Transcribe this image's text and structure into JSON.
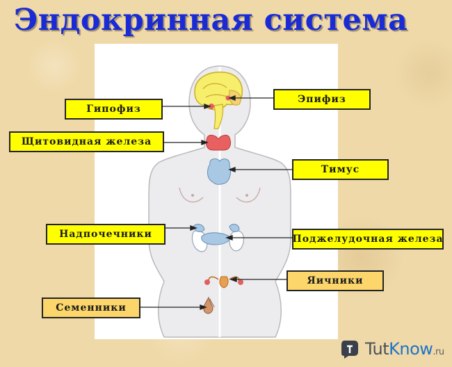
{
  "title": "Эндокринная система",
  "labels": {
    "hypophysis": "Гипофиз",
    "epiphysis": "Эпифиз",
    "thyroid": "Щитовидная железа",
    "thymus": "Тимус",
    "adrenals": "Надпочечники",
    "pancreas": "Поджелудочная железа",
    "ovaries": "Яичники",
    "testes": "Семенники"
  },
  "watermark": {
    "tut": "Tut",
    "know": "Know",
    "ru": ".ru"
  },
  "colors": {
    "title": "#1a2bd6",
    "label_fill": "#ffff00",
    "label_fill_alt": "#fcd66b",
    "brain": "#f7ee6b",
    "thyroid": "#e86060",
    "thymus_adrenal": "#a9c8e4"
  }
}
